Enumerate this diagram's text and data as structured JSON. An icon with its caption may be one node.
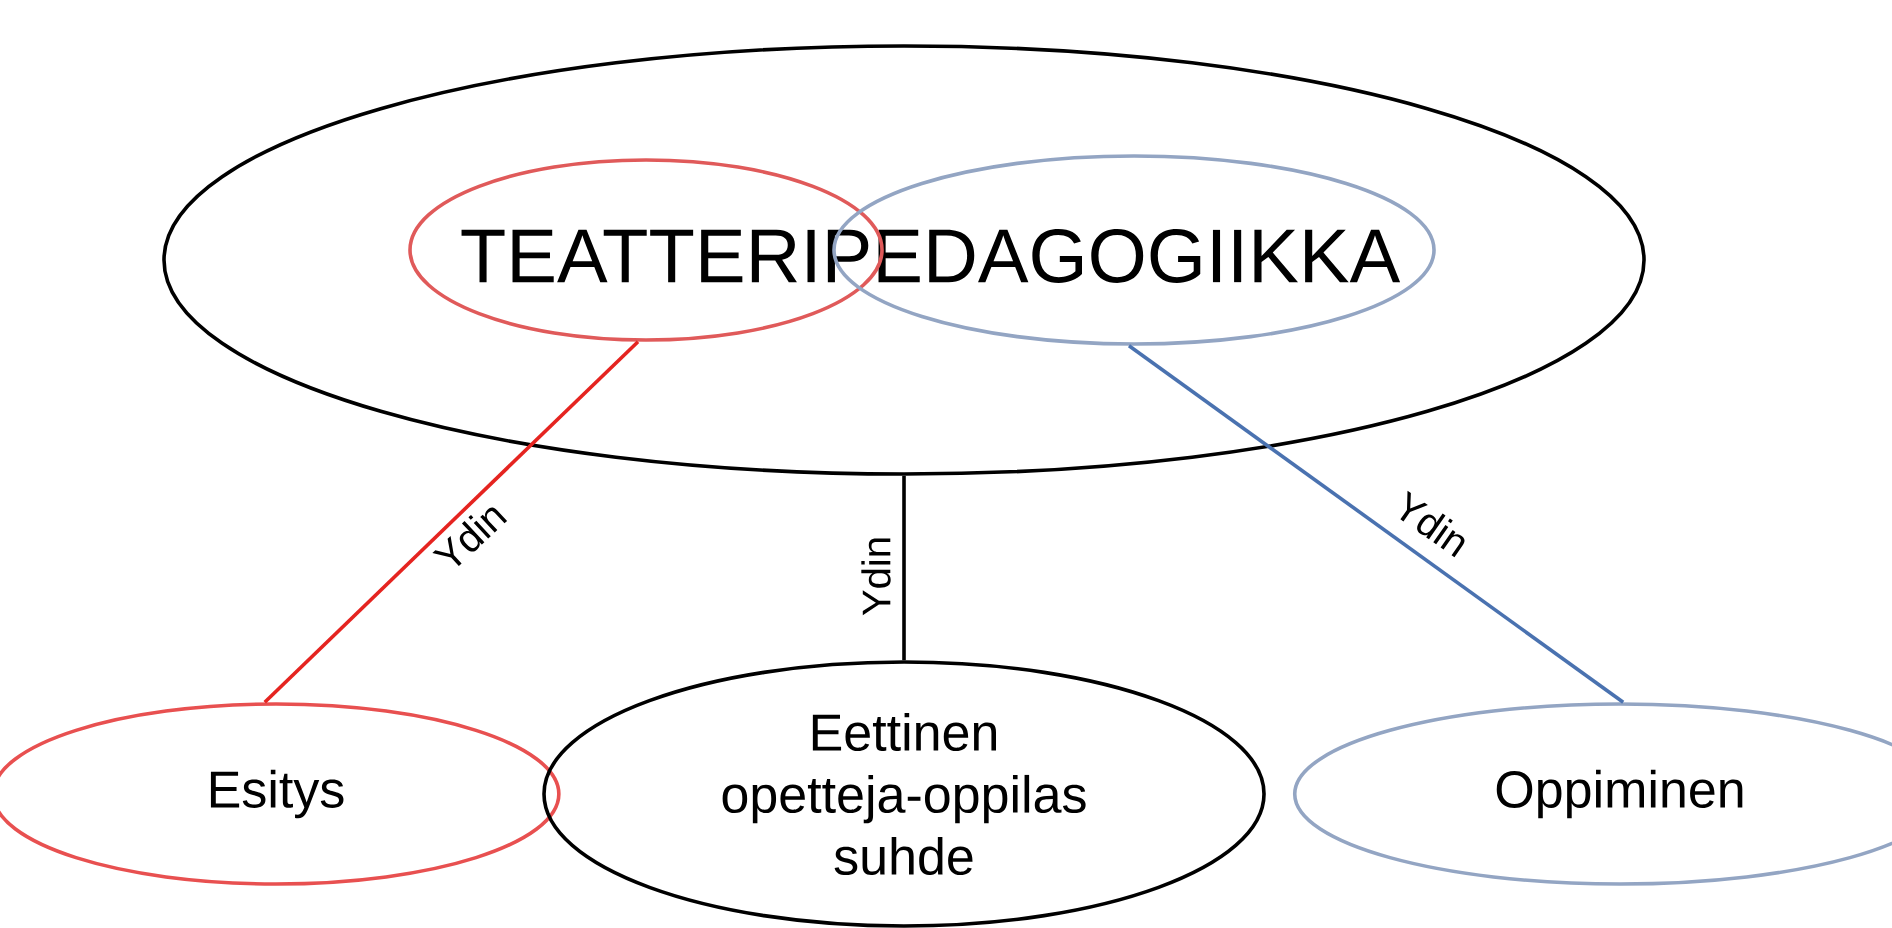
{
  "diagram": {
    "nodes": [
      {
        "text": [],
        "shape": "circle"
      },
      {
        "text": [
          "TEATTERIPEDAGOGIIKKA"
        ],
        "in": 0
      },
      {
        "text": [],
        "shape": "circle",
        "in": 0
      },
      {
        "text": [],
        "shape": "circle",
        "in": 0
      },
      {
        "text": [
          "Esitys"
        ]
      },
      {
        "text": [
          "Eettinen opetteja-oppilas suhde"
        ]
      },
      {
        "text": [
          "Oppiminen"
        ]
      }
    ],
    "edges": [
      {
        "from": 2,
        "to": 4,
        "arrow": "none",
        "label": "Ydin",
        "color": "#e52420"
      },
      {
        "from": 0,
        "to": 5,
        "arrow": "none",
        "label": "Ydin",
        "color": "#000000"
      },
      {
        "from": 3,
        "to": 6,
        "arrow": "none",
        "label": "Ydin",
        "color": "#4a72b0"
      }
    ]
  }
}
